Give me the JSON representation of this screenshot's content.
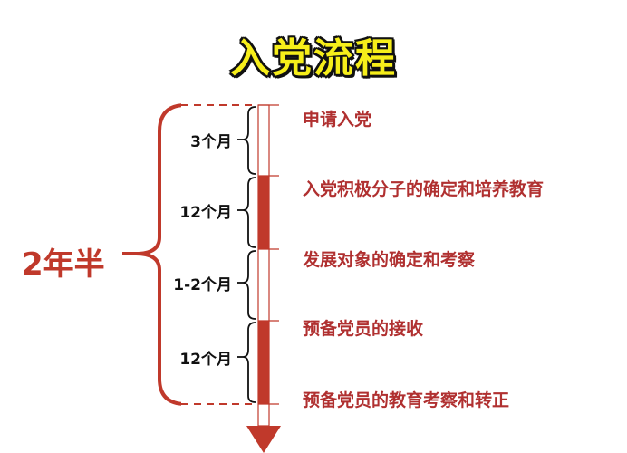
{
  "title": "入党流程",
  "total_duration": "2年半",
  "colors": {
    "accent": "#c0392b",
    "title_fill": "#f6ee1a",
    "step_text": "#b03030"
  },
  "stages": [
    {
      "duration": "3个月"
    },
    {
      "duration": "12个月"
    },
    {
      "duration": "1-2个月"
    },
    {
      "duration": "12个月"
    }
  ],
  "steps": [
    {
      "label": "申请入党"
    },
    {
      "label": "入党积极分子的确定和培养教育"
    },
    {
      "label": "发展对象的确定和考察"
    },
    {
      "label": "预备党员的接收"
    },
    {
      "label": "预备党员的教育考察和转正"
    }
  ]
}
